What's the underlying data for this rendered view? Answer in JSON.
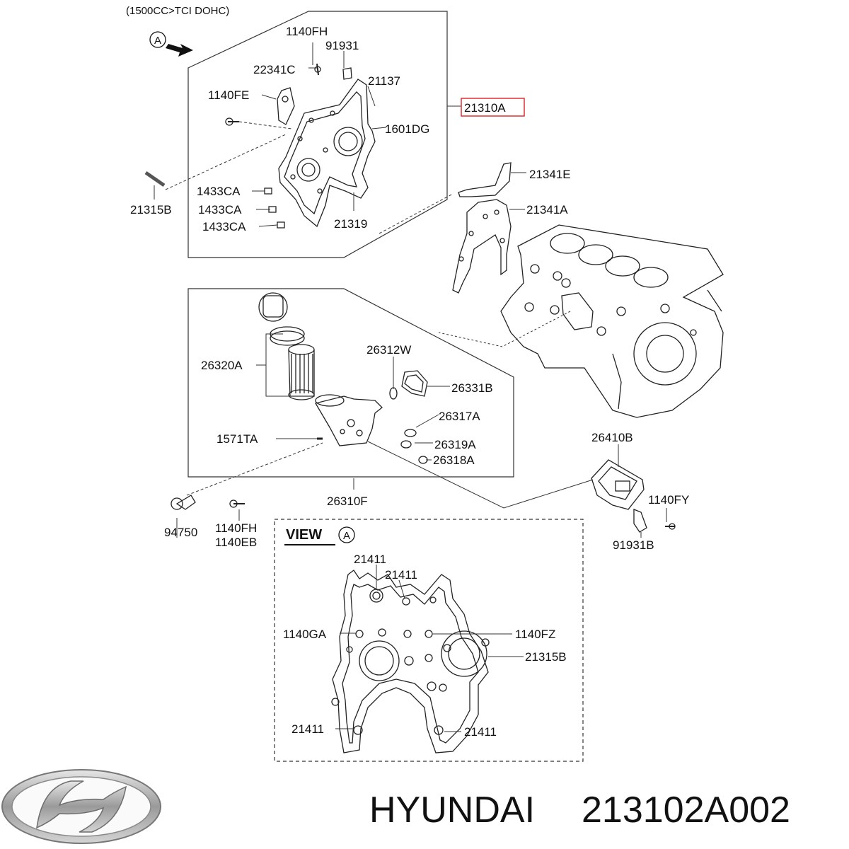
{
  "header": {
    "engine_spec": "(1500CC>TCI DOHC)"
  },
  "view_marker": {
    "letter": "A"
  },
  "labels": {
    "p_1140FH_top": "1140FH",
    "p_91931": "91931",
    "p_22341C": "22341C",
    "p_21137": "21137",
    "p_1140FE": "1140FE",
    "p_21310A": "21310A",
    "p_1601DG": "1601DG",
    "p_21341E": "21341E",
    "p_21341A": "21341A",
    "p_21315B": "21315B",
    "p_1433CA_1": "1433CA",
    "p_1433CA_2": "1433CA",
    "p_1433CA_3": "1433CA",
    "p_21319": "21319",
    "p_26320A": "26320A",
    "p_26312W": "26312W",
    "p_26331B": "26331B",
    "p_26317A": "26317A",
    "p_1571TA": "1571TA",
    "p_26319A": "26319A",
    "p_26318A": "26318A",
    "p_26410B": "26410B",
    "p_26310F": "26310F",
    "p_1140FY": "1140FY",
    "p_94750": "94750",
    "p_1140FH_bottom": "1140FH",
    "p_1140EB": "1140EB",
    "p_91931B": "91931B"
  },
  "view_a": {
    "title": "VIEW",
    "letter": "A",
    "labels": {
      "v_21411_a": "21411",
      "v_21411_b": "21411",
      "v_1140GA": "1140GA",
      "v_1140FZ": "1140FZ",
      "v_21315B": "21315B",
      "v_21411_c": "21411",
      "v_21411_d": "21411"
    }
  },
  "highlight": {
    "part": "21310A",
    "color": "#e03030"
  },
  "footer": {
    "brand": "HYUNDAI",
    "part_number": "213102A002"
  }
}
